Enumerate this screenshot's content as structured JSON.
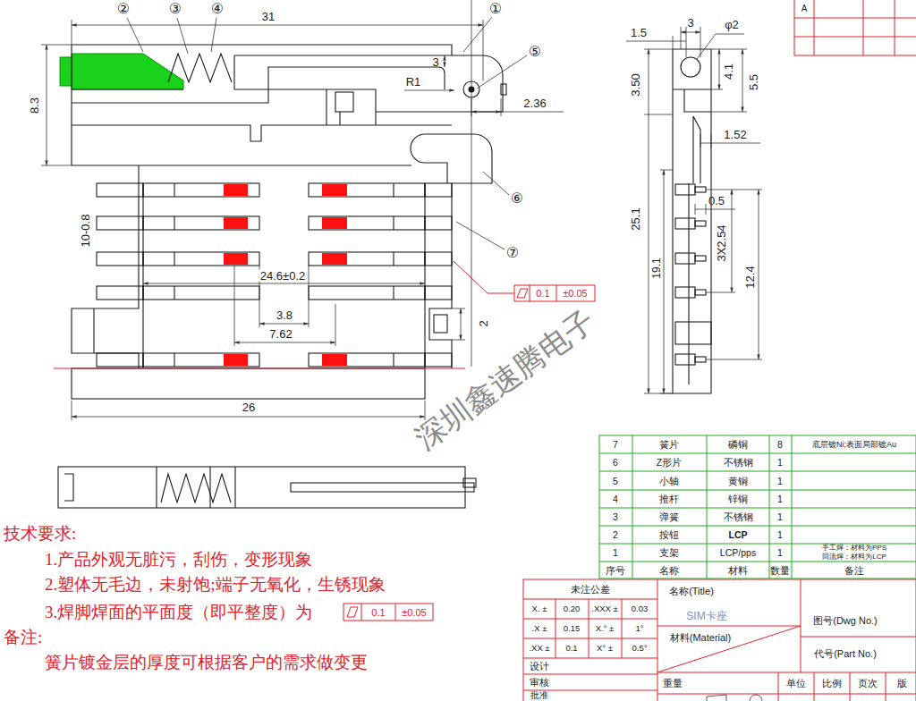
{
  "diagram": {
    "labels": [
      "②",
      "③",
      "④",
      "①",
      "⑤",
      "⑥",
      "⑦",
      "31",
      "8.3",
      "R1",
      "3",
      "2.36",
      "10-0.8",
      "24.6±0.2",
      "3.8",
      "7.62",
      "2",
      "26",
      "0.1",
      "±0.05",
      "1.5",
      "3",
      "φ2",
      "3.50",
      "4.1",
      "5.5",
      "1.52",
      "0.5",
      "25.1",
      "19.1",
      "3X2.54",
      "12.4",
      "深圳鑫速腾电子",
      "技术要求:",
      "1.产品外观无脏污，刮伤，变形现象",
      "2.塑体无毛边，未射饱;端子无氧化，生锈现象",
      "3.焊脚焊面的平面度（即平整度）为",
      "0.1",
      "±0.05",
      "备注:",
      "簧片镀金层的厚度可根据客户的需求做变更",
      "7",
      "簧片",
      "磷铜",
      "8",
      "底层镀Ni;表面局部镀Au",
      "6",
      "Z形片",
      "不锈钢",
      "1",
      "5",
      "小轴",
      "黄铜",
      "1",
      "4",
      "推杆",
      "锌铜",
      "1",
      "3",
      "弹簧",
      "不锈钢",
      "1",
      "2",
      "按钮",
      "LCP",
      "1",
      "1",
      "支架",
      "LCP/pps",
      "1",
      "手工焊：材料为PPS",
      "回流焊：材料为LCP",
      "序号",
      "名称",
      "材料",
      "数量",
      "备注",
      "未注公差",
      "X. ±",
      "0.20",
      ".XXX ±",
      "0.03",
      ".X ±",
      "0.15",
      "X.° ±",
      "1°",
      ".XX ±",
      "0.1",
      "X° ±",
      "0.5°",
      "设计",
      "审核",
      "批准",
      "名称(Title)",
      "SIM卡座",
      "材料(Material)",
      "图号(Dwg No.)",
      "代号(Part No.)",
      "重量",
      "单位",
      "比例",
      "页次",
      "版",
      "A"
    ]
  }
}
